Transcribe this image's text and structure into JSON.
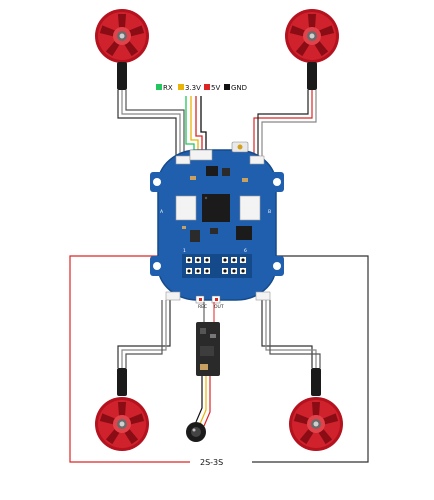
{
  "legend": {
    "items": [
      {
        "label": "RX",
        "color": "#22c55e"
      },
      {
        "label": "3.3V",
        "color": "#eab308"
      },
      {
        "label": "5V",
        "color": "#dc2626"
      },
      {
        "label": "GND",
        "color": "#111111"
      }
    ]
  },
  "battery_label": "2S-3S",
  "board": {
    "rec_label": "REC",
    "out_label": "OUT",
    "pad_left": "A",
    "pad_right": "B",
    "pad_1": "1",
    "pad_6": "6"
  },
  "colors": {
    "motor": "#c8202a",
    "board": "#1f5fae",
    "wire_red": "#dc2626",
    "wire_black": "#222222",
    "wire_gray": "#888888"
  },
  "motors": [
    {
      "position": "top-left"
    },
    {
      "position": "top-right"
    },
    {
      "position": "bottom-left"
    },
    {
      "position": "bottom-right"
    }
  ]
}
